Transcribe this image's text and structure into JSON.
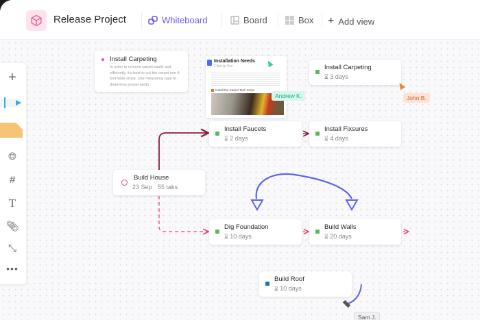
{
  "header": {
    "title": "Release Project",
    "tabs": [
      {
        "label": "Whiteboard",
        "active": true,
        "icon": "whiteboard-icon"
      },
      {
        "label": "Board",
        "icon": "board-icon"
      },
      {
        "label": "Box",
        "icon": "box-icon"
      },
      {
        "label": "Add view",
        "icon": "plus-icon"
      }
    ]
  },
  "toolbar": {
    "items": [
      "plus-icon",
      "pen-icon",
      "sticky-note-icon",
      "globe-icon",
      "hash-icon",
      "text-icon",
      "attachment-icon",
      "connector-icon",
      "more-icon"
    ]
  },
  "note": {
    "title": "Install Carpeting",
    "body": "In order to remove carpet easily and efficiently, it's best to cut the carpet into 4-foot-wide strips. Use measuring tape to determine proper width."
  },
  "doc": {
    "title": "Installation Needs",
    "subtitle": "ClickUp Doc",
    "section": "Install the Carpet Tack Strips"
  },
  "cards": {
    "carpeting": {
      "title": "Install Carpeting",
      "duration": "3 days"
    },
    "faucets": {
      "title": "Install Faucets",
      "duration": "2 days"
    },
    "fixsures": {
      "title": "Install Fixsures",
      "duration": "4 days"
    },
    "house": {
      "title": "Build House",
      "date": "23 Sep",
      "tasks": "55 taks"
    },
    "foundation": {
      "title": "Dig Foundation",
      "duration": "10 days"
    },
    "walls": {
      "title": "Build Walls",
      "duration": "20 days"
    },
    "roof": {
      "title": "Build Roof",
      "duration": "10 days"
    }
  },
  "cursors": {
    "john": "John B.",
    "andrew": "Andrew K.",
    "sam": "Sam J."
  },
  "colors": {
    "accent": "#6b5bf0",
    "green": "#5cb85c",
    "pink": "#e8457a",
    "maroon": "#8a1e3c",
    "blue_arrow": "#5a63f0",
    "roof": "#1d6fc0"
  }
}
